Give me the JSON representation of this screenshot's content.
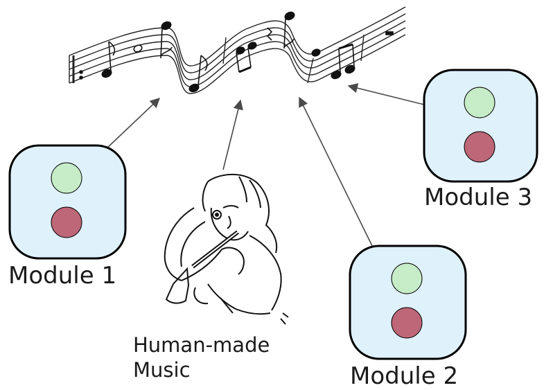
{
  "modules": [
    {
      "id": "m1",
      "label": "Module 1"
    },
    {
      "id": "m2",
      "label": "Module 2"
    },
    {
      "id": "m3",
      "label": "Module 3"
    }
  ],
  "human": {
    "label_line1": "Human-made",
    "label_line2": "Music"
  },
  "colors": {
    "module_fill": "#dff1fb",
    "module_stroke": "#000000",
    "dot_top": "#c6ecc8",
    "dot_bottom": "#bd6778",
    "arrow": "#4a4a4a",
    "staff": "#222222"
  }
}
